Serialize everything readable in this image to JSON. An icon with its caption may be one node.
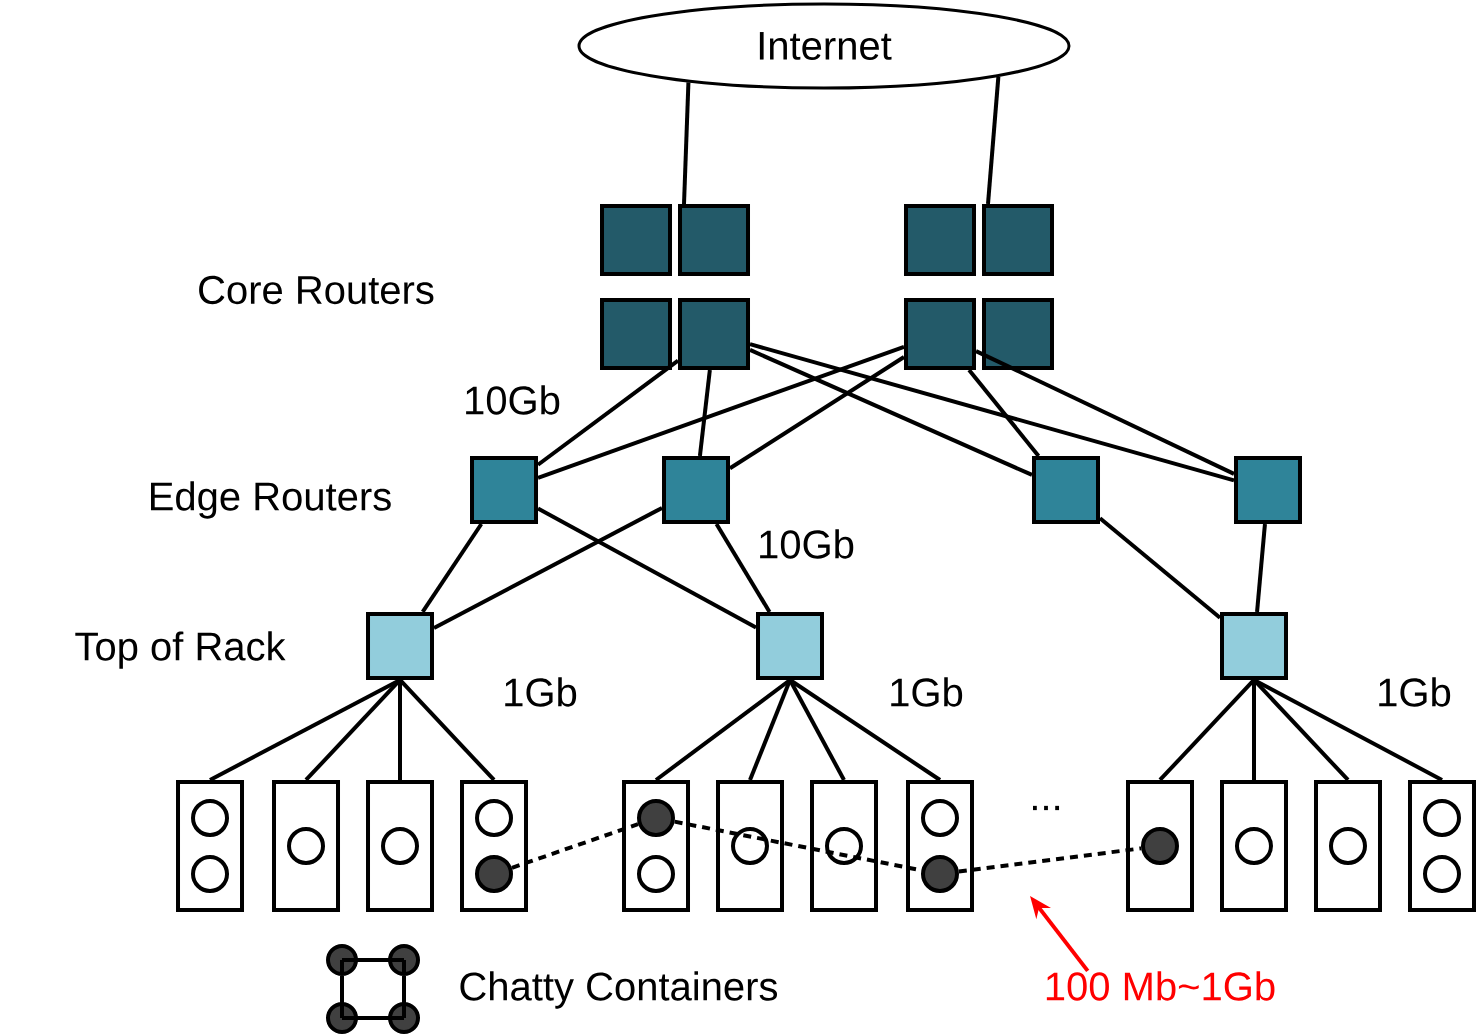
{
  "diagram": {
    "nodes": [
      {
        "text": [
          "Internet"
        ]
      },
      {
        "text": [],
        "shape": "box"
      },
      {
        "text": [],
        "shape": "box"
      },
      {
        "text": [],
        "shape": "box"
      },
      {
        "text": [],
        "shape": "box"
      },
      {
        "text": [],
        "shape": "box"
      },
      {
        "text": [],
        "shape": "box"
      },
      {
        "text": [],
        "shape": "box"
      },
      {
        "text": [],
        "shape": "box"
      },
      {
        "text": [],
        "shape": "box"
      },
      {
        "text": [],
        "shape": "box"
      },
      {
        "text": [],
        "shape": "box"
      },
      {
        "text": [],
        "shape": "box"
      },
      {
        "text": [],
        "shape": "box"
      },
      {
        "text": [],
        "shape": "box"
      },
      {
        "text": [],
        "shape": "box"
      },
      {
        "text": [],
        "shape": "box"
      },
      {
        "text": [],
        "shape": "box"
      },
      {
        "text": [],
        "shape": "box"
      },
      {
        "text": [],
        "shape": "box"
      },
      {
        "text": [],
        "shape": "box"
      },
      {
        "text": [],
        "shape": "box"
      },
      {
        "text": [],
        "shape": "box"
      },
      {
        "text": [],
        "shape": "box"
      },
      {
        "text": [],
        "shape": "box"
      },
      {
        "text": [],
        "shape": "box"
      },
      {
        "text": [],
        "shape": "box"
      },
      {
        "text": [],
        "shape": "box"
      },
      {
        "text": [],
        "shape": "circle",
        "in": 16
      },
      {
        "text": [],
        "shape": "circle",
        "in": 16
      },
      {
        "text": [],
        "shape": "circle",
        "in": 17
      },
      {
        "text": [],
        "shape": "circle",
        "in": 18
      },
      {
        "text": [],
        "shape": "circle",
        "in": 19
      },
      {
        "text": [],
        "shape": "circle",
        "in": 19
      },
      {
        "text": [],
        "shape": "circle",
        "in": 20
      },
      {
        "text": [],
        "shape": "circle",
        "in": 20
      },
      {
        "text": [],
        "shape": "circle",
        "in": 21
      },
      {
        "text": [],
        "shape": "circle",
        "in": 22
      },
      {
        "text": [],
        "shape": "circle",
        "in": 23
      },
      {
        "text": [],
        "shape": "circle",
        "in": 23
      },
      {
        "text": [],
        "shape": "circle",
        "in": 24
      },
      {
        "text": [],
        "shape": "circle",
        "in": 25
      },
      {
        "text": [],
        "shape": "circle",
        "in": 26
      },
      {
        "text": [],
        "shape": "circle",
        "in": 27
      },
      {
        "text": [],
        "shape": "circle",
        "in": 27
      },
      {
        "text": [
          "100 Mb~1Gb"
        ]
      }
    ],
    "edges": [
      {
        "from": 0,
        "to": 2,
        "arrow": "none"
      },
      {
        "from": 0,
        "to": 4,
        "arrow": "none"
      },
      {
        "from": 6,
        "to": 9,
        "arrow": "none"
      },
      {
        "from": 6,
        "to": 10,
        "arrow": "none"
      },
      {
        "from": 6,
        "to": 11,
        "arrow": "none"
      },
      {
        "from": 6,
        "to": 12,
        "arrow": "none"
      },
      {
        "from": 7,
        "to": 9,
        "arrow": "none"
      },
      {
        "from": 7,
        "to": 10,
        "arrow": "none"
      },
      {
        "from": 7,
        "to": 11,
        "arrow": "none"
      },
      {
        "from": 7,
        "to": 12,
        "arrow": "none"
      },
      {
        "from": 9,
        "to": 13,
        "arrow": "none"
      },
      {
        "from": 9,
        "to": 14,
        "arrow": "none"
      },
      {
        "from": 10,
        "to": 13,
        "arrow": "none"
      },
      {
        "from": 10,
        "to": 14,
        "arrow": "none"
      },
      {
        "from": 11,
        "to": 15,
        "arrow": "none"
      },
      {
        "from": 12,
        "to": 15,
        "arrow": "none"
      },
      {
        "from": 13,
        "to": 16,
        "arrow": "none"
      },
      {
        "from": 13,
        "to": 17,
        "arrow": "none"
      },
      {
        "from": 13,
        "to": 18,
        "arrow": "none"
      },
      {
        "from": 13,
        "to": 19,
        "arrow": "none"
      },
      {
        "from": 14,
        "to": 20,
        "arrow": "none"
      },
      {
        "from": 14,
        "to": 21,
        "arrow": "none"
      },
      {
        "from": 14,
        "to": 22,
        "arrow": "none"
      },
      {
        "from": 14,
        "to": 23,
        "arrow": "none"
      },
      {
        "from": 15,
        "to": 24,
        "arrow": "none"
      },
      {
        "from": 15,
        "to": 25,
        "arrow": "none"
      },
      {
        "from": 15,
        "to": 26,
        "arrow": "none"
      },
      {
        "from": 15,
        "to": 27,
        "arrow": "none"
      },
      {
        "from": 33,
        "to": 34,
        "arrow": "none",
        "style": "dashed"
      },
      {
        "from": 34,
        "to": 39,
        "arrow": "none",
        "style": "dashed"
      },
      {
        "from": 39,
        "to": 40,
        "arrow": "none",
        "style": "dashed"
      },
      {
        "from": 45,
        "to": null,
        "arrow": "to",
        "color": "#ff0000"
      }
    ],
    "labels": [
      "Core Routers",
      "10Gb",
      "Edge Routers",
      "10Gb",
      "Top of Rack",
      "1Gb",
      "1Gb",
      "1Gb",
      "..."
    ],
    "legend": [
      {
        "text": "Chatty Containers"
      }
    ]
  }
}
